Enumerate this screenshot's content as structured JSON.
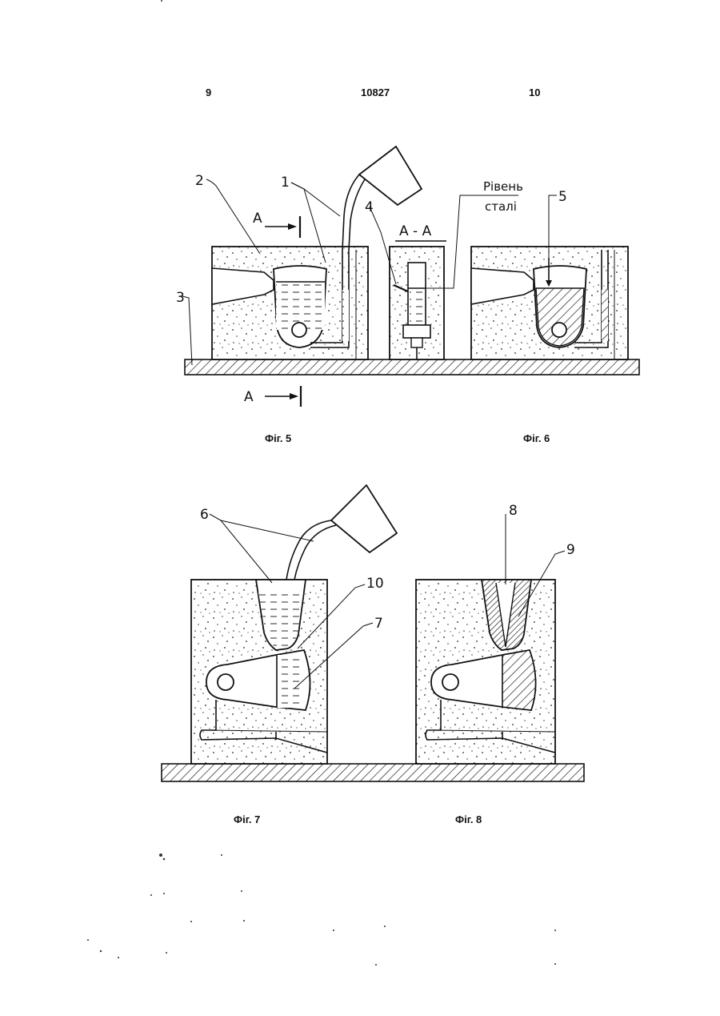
{
  "header": {
    "left_page": "9",
    "patent_number": "10827",
    "right_page": "10"
  },
  "labels": {
    "l1": "1",
    "l2": "2",
    "l3": "3",
    "l4": "4",
    "l5": "5",
    "l6": "6",
    "l7": "7",
    "l8": "8",
    "l9": "9",
    "l10": "10",
    "section_a_top": "A",
    "section_a_bottom": "A",
    "section_aa": "A - A",
    "steel_level_line1": "Рівень",
    "steel_level_line2": "сталі"
  },
  "captions": {
    "fig5": "Фіг. 5",
    "fig6": "Фіг. 6",
    "fig7": "Фіг. 7",
    "fig8": "Фіг. 8"
  }
}
